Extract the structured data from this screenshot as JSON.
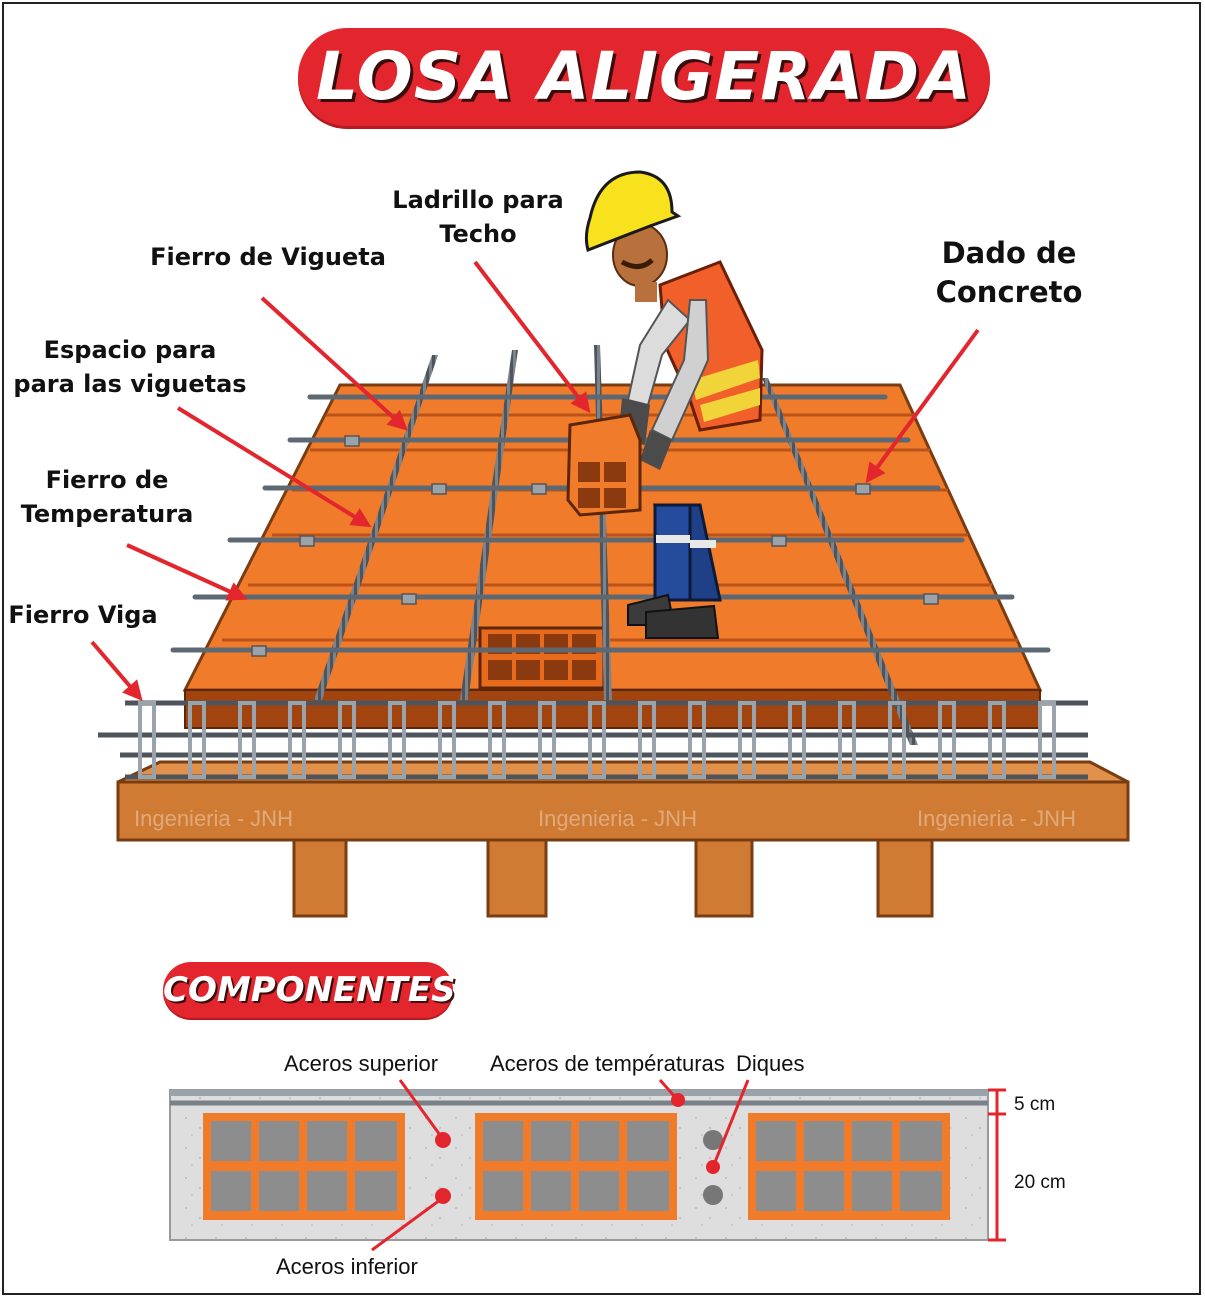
{
  "title": "LOSA ALIGERADA",
  "labels": {
    "ladrillo": [
      "Ladrillo para",
      "Techo"
    ],
    "vigueta": "Fierro de Vigueta",
    "espacio": [
      "Espacio  para",
      "para las viguetas"
    ],
    "temperatura": [
      "Fierro de",
      "Temperatura"
    ],
    "viga": "Fierro Viga",
    "dado": [
      "Dado de",
      "Concreto"
    ]
  },
  "watermark": "Ingenieria - JNH",
  "components_title": "COMPONENTES",
  "section": {
    "aceros_superior": "Aceros superior",
    "aceros_temperatura": "Aceros de températuras",
    "diques": "Diques",
    "aceros_inferior": "Aceros inferior",
    "dim_top": "5 cm",
    "dim_main": "20 cm"
  },
  "colors": {
    "accent_red": "#e3262d",
    "brick": "#f07b2a",
    "wood": "#d07b33",
    "steel": "#6f7882",
    "concrete": "#dcdcdc"
  }
}
